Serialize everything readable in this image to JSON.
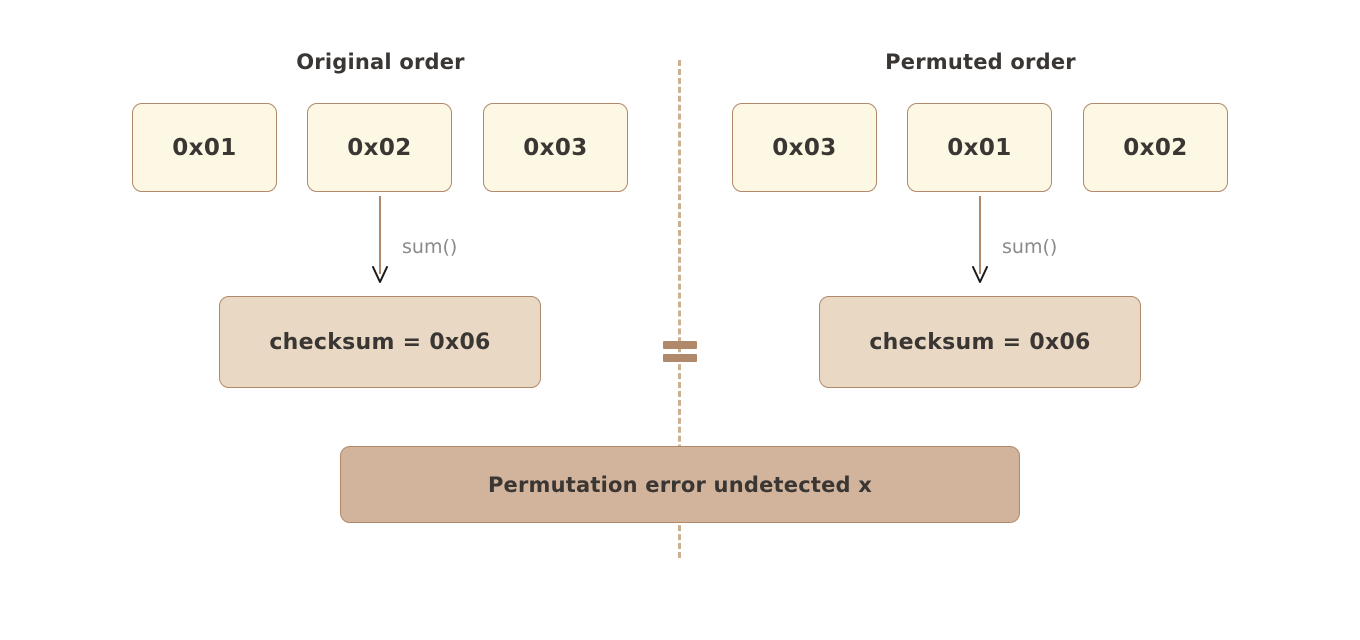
{
  "diagram": {
    "type": "flow",
    "colors": {
      "byte_box_fill": "#fdf8e3",
      "byte_box_border": "#b0896a",
      "checksum_fill": "#e9d8c3",
      "banner_fill": "#d2b49c",
      "divider": "#cdb094",
      "text": "#3a3633",
      "muted_text": "#8a8a8a",
      "arrow": "#b0896a",
      "background": "#ffffff"
    },
    "left": {
      "title": "Original order",
      "bytes": [
        "0x01",
        "0x02",
        "0x03"
      ],
      "operation_label": "sum()",
      "checksum": "checksum = 0x06"
    },
    "right": {
      "title": "Permuted order",
      "bytes": [
        "0x03",
        "0x01",
        "0x02"
      ],
      "operation_label": "sum()",
      "checksum": "checksum = 0x06"
    },
    "comparison": {
      "operator": "=",
      "operator_name": "equals-sign"
    },
    "result": {
      "label": "Permutation error undetected x"
    }
  }
}
